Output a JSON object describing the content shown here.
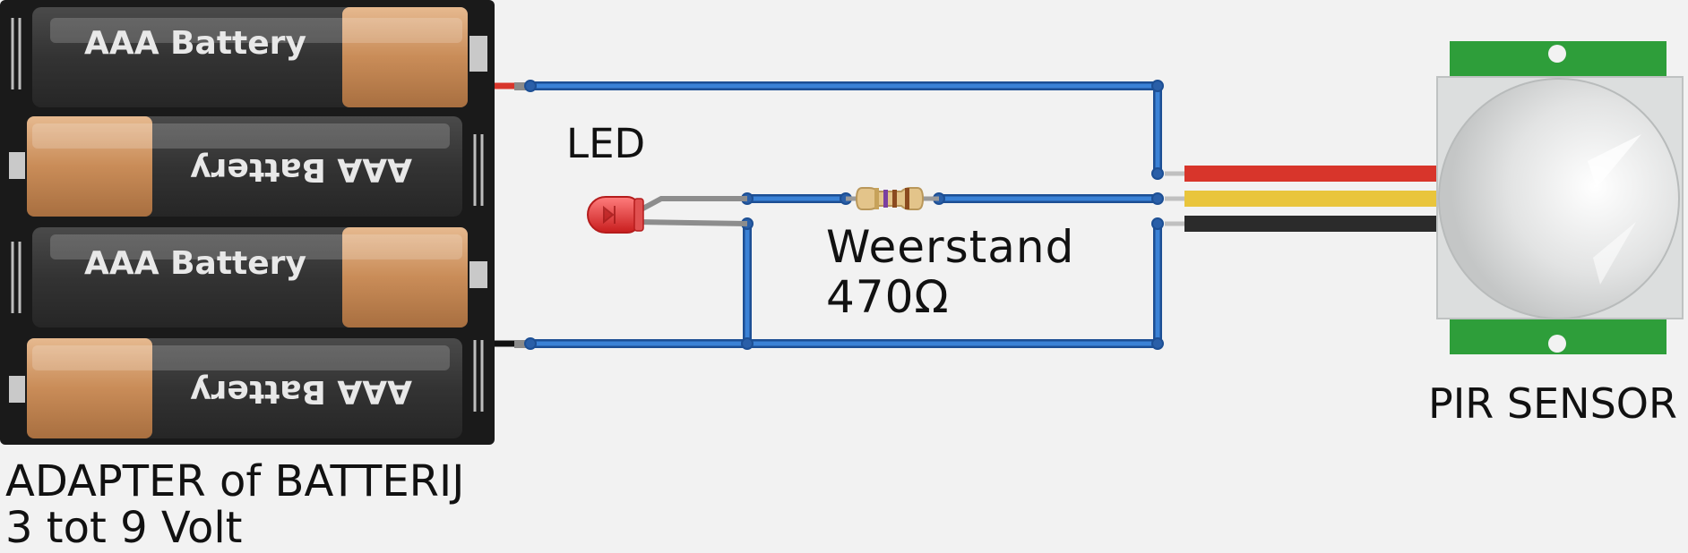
{
  "battery": {
    "cell_label": "AAA Battery",
    "caption_line1": "ADAPTER of BATTERIJ",
    "caption_line2": "3 tot 9 Volt"
  },
  "led": {
    "caption": "LED",
    "color": "#e23a3a"
  },
  "resistor": {
    "caption_line1": "Weerstand",
    "caption_line2": "470Ω"
  },
  "pir": {
    "caption": "PIR SENSOR"
  },
  "colors": {
    "wire": "#2f6fc4",
    "wire_red": "#d8352b",
    "wire_yellow": "#e9c53c",
    "wire_black": "#2b2b2b",
    "pcb": "#2e9e3a",
    "battery_copper": "#c98c58",
    "background": "#f2f2f2"
  }
}
